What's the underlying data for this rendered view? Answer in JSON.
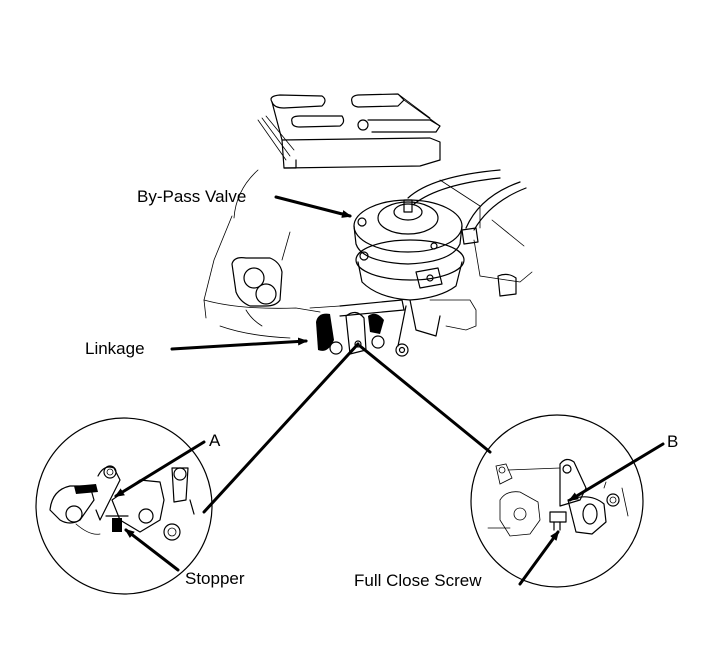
{
  "figure": {
    "type": "technical-illustration",
    "subject": "By-pass valve and throttle linkage with detail views",
    "line_color": "#000000",
    "background": "#ffffff"
  },
  "labels": {
    "bypass_valve": "By-Pass Valve",
    "linkage": "Linkage",
    "detail_a": "A",
    "detail_b": "B",
    "stopper": "Stopper",
    "full_close_screw": "Full Close Screw"
  },
  "detail_views": [
    {
      "id": "left",
      "callout": "A",
      "part": "Stopper"
    },
    {
      "id": "right",
      "callout": "B",
      "part": "Full Close Screw"
    }
  ]
}
